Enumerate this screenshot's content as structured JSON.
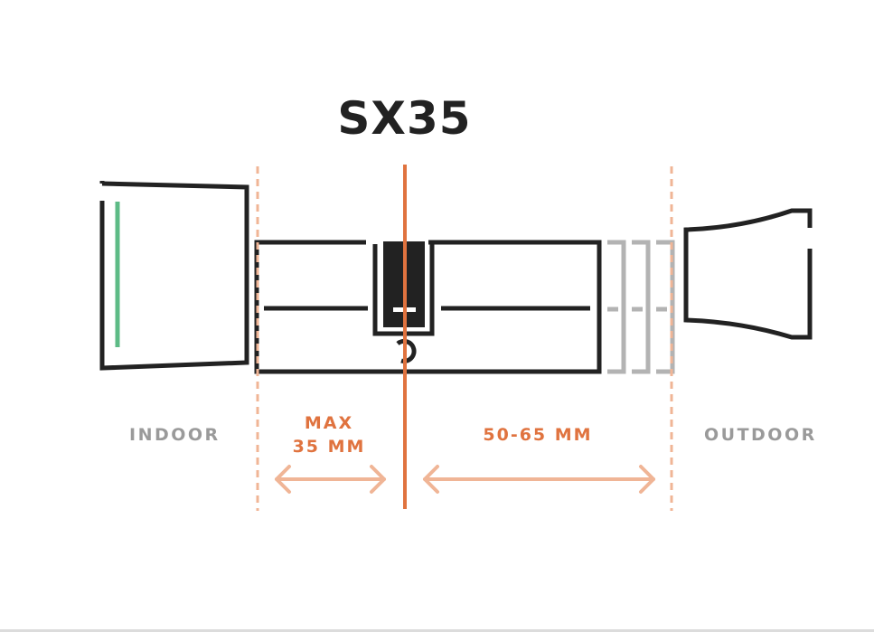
{
  "title": "SX35",
  "labels": {
    "indoor": "INDOOR",
    "outdoor": "OUTDOOR",
    "max_line1": "MAX",
    "max_line2": "35 MM",
    "range": "50-65 MM"
  },
  "colors": {
    "stroke": "#222222",
    "accent_orange": "#e0733f",
    "dashed_orange": "#f0b596",
    "arrow_orange": "#f0b596",
    "extension_gray": "#b3b3b3",
    "indicator_green": "#5dbb86",
    "label_gray": "#9a9a9a",
    "background": "#ffffff"
  },
  "dimensions": {
    "indoor_side_max_mm": 35,
    "outdoor_side_range_mm": [
      50,
      65
    ]
  }
}
